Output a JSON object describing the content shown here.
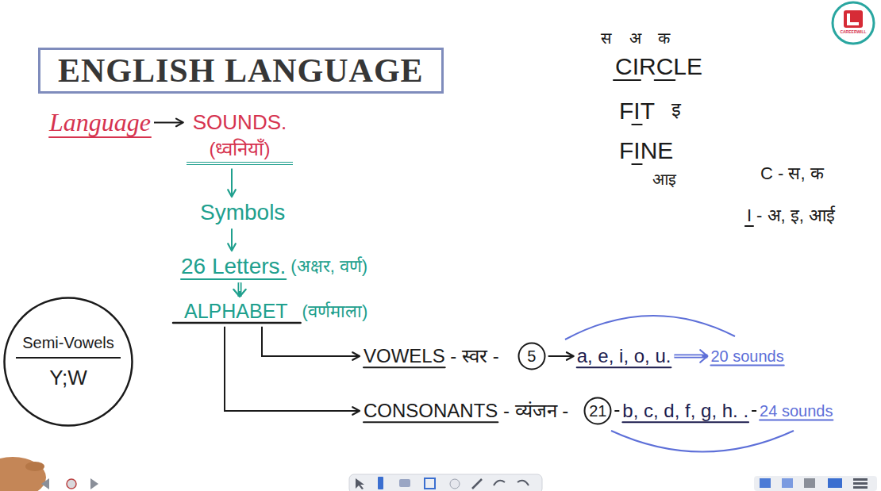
{
  "diagram": {
    "title": "ENGLISH LANGUAGE",
    "nodes": [
      {
        "text": [
          "Language"
        ]
      },
      {
        "text": [
          "SOUNDS.",
          "(ध्वनियाँ)"
        ]
      },
      {
        "text": [
          "Symbols"
        ]
      },
      {
        "text": [
          "26 Letters.",
          "(अक्षर, वर्ण)"
        ]
      },
      {
        "text": [
          "ALPHABET",
          "(वर्णमाला)"
        ]
      },
      {
        "text": [
          "Semi-Vowels",
          "Y;W"
        ]
      },
      {
        "text": [
          "VOWELS - स्वर -"
        ]
      },
      {
        "text": [
          "5"
        ]
      },
      {
        "text": [
          "a, e, i, o, u."
        ]
      },
      {
        "text": [
          "20 sounds"
        ]
      },
      {
        "text": [
          "CONSONANTS - व्यंजन -"
        ]
      },
      {
        "text": [
          "21"
        ]
      },
      {
        "text": [
          "b, c, d, f, g, h. ."
        ]
      },
      {
        "text": [
          "24 sounds"
        ]
      }
    ],
    "edges": [
      {
        "from": 0,
        "to": 1,
        "arrow": "to"
      },
      {
        "from": 1,
        "to": 2,
        "arrow": "to"
      },
      {
        "from": 2,
        "to": 3,
        "arrow": "to"
      },
      {
        "from": 3,
        "to": 4,
        "arrow": "to"
      },
      {
        "from": 4,
        "to": 6,
        "arrow": "to"
      },
      {
        "from": 4,
        "to": 10,
        "arrow": "to"
      },
      {
        "from": 7,
        "to": 8,
        "arrow": "to"
      },
      {
        "from": 8,
        "to": 9,
        "arrow": "to"
      },
      {
        "from": 11,
        "to": 12,
        "arrow": "none"
      },
      {
        "from": 12,
        "to": 13,
        "arrow": "none"
      }
    ],
    "labels": [
      "स अ क",
      "CIRCLE",
      "FIT",
      "इ",
      "FINE",
      "आइ",
      "C - स, क",
      "I - अ, इ, आई",
      "CAREERWILL"
    ]
  }
}
